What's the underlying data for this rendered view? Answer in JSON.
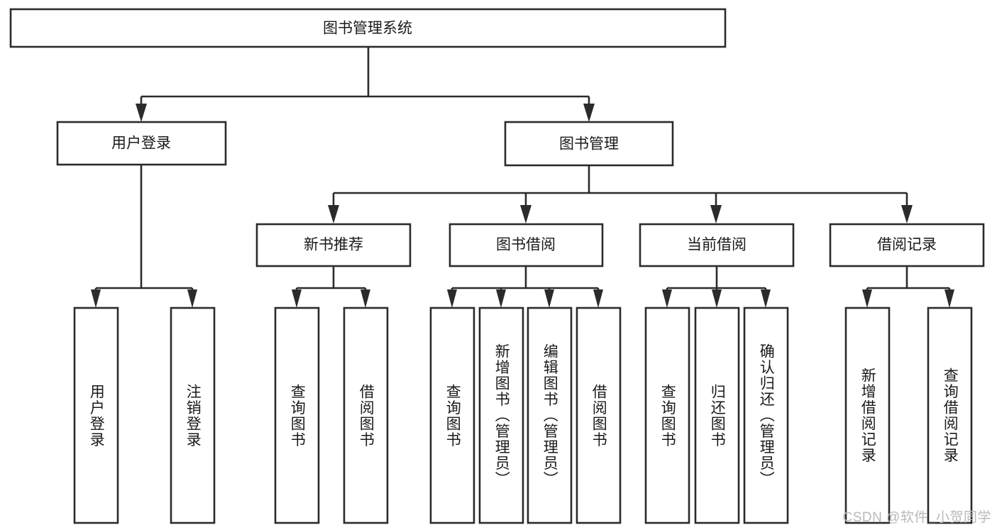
{
  "diagram": {
    "type": "tree-hierarchy-chart",
    "title": "图书管理系统",
    "orientation": "top-down",
    "box_fill": "#ffffff",
    "box_stroke": "#2b2b2b",
    "text_color": "#1a1a1a",
    "root": {
      "id": "root",
      "label": "图书管理系统"
    },
    "level2": [
      {
        "id": "user-login",
        "label": "用户登录"
      },
      {
        "id": "book-manage",
        "label": "图书管理"
      }
    ],
    "level3": [
      {
        "id": "new-book-rec",
        "label": "新书推荐",
        "parent": "book-manage"
      },
      {
        "id": "book-borrow",
        "label": "图书借阅",
        "parent": "book-manage"
      },
      {
        "id": "current-borrow",
        "label": "当前借阅",
        "parent": "book-manage"
      },
      {
        "id": "borrow-record",
        "label": "借阅记录",
        "parent": "book-manage"
      }
    ],
    "leaves": [
      {
        "id": "leaf-user-login",
        "label": "用户登录",
        "parent": "user-login"
      },
      {
        "id": "leaf-logout",
        "label": "注销登录",
        "parent": "user-login"
      },
      {
        "id": "leaf-query-book-1",
        "label": "查询图书",
        "parent": "new-book-rec"
      },
      {
        "id": "leaf-borrow-book-1",
        "label": "借阅图书",
        "parent": "new-book-rec"
      },
      {
        "id": "leaf-query-book-2",
        "label": "查询图书",
        "parent": "book-borrow"
      },
      {
        "id": "leaf-add-book",
        "label": "新增图书（管理员）",
        "parent": "book-borrow"
      },
      {
        "id": "leaf-edit-book",
        "label": "编辑图书（管理员）",
        "parent": "book-borrow"
      },
      {
        "id": "leaf-borrow-book-2",
        "label": "借阅图书",
        "parent": "book-borrow"
      },
      {
        "id": "leaf-query-book-3",
        "label": "查询图书",
        "parent": "current-borrow"
      },
      {
        "id": "leaf-return-book",
        "label": "归还图书",
        "parent": "current-borrow"
      },
      {
        "id": "leaf-confirm-return",
        "label": "确认归还（管理员）",
        "parent": "current-borrow"
      },
      {
        "id": "leaf-add-record",
        "label": "新增借阅记录",
        "parent": "borrow-record"
      },
      {
        "id": "leaf-query-record",
        "label": "查询借阅记录",
        "parent": "borrow-record"
      }
    ]
  },
  "watermark": {
    "text": "CSDN @软件_小贺同学"
  }
}
